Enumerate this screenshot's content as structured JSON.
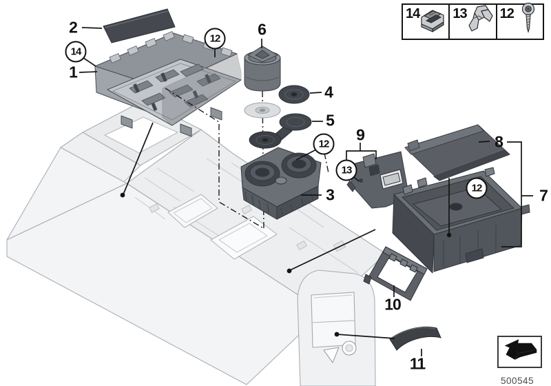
{
  "figure": {
    "code": "500545"
  },
  "callouts": {
    "c1": "1",
    "c2": "2",
    "c3": "3",
    "c4": "4",
    "c5": "5",
    "c6": "6",
    "c7": "7",
    "c8": "8",
    "c9": "9",
    "c10": "10",
    "c11": "11",
    "c12a": "12",
    "c12b": "12",
    "c12c": "12",
    "c13": "13",
    "c14": "14"
  },
  "kit_box": {
    "items": [
      {
        "id": "14",
        "icon": "clip-nut-icon"
      },
      {
        "id": "13",
        "icon": "spring-clip-icon"
      },
      {
        "id": "12",
        "icon": "screw-icon"
      }
    ]
  },
  "nav": {
    "icon": "page-reference-arrow-icon"
  },
  "colors": {
    "part_dark": "#45494f",
    "part_mid": "#6a7076",
    "part_light": "#c2c6ca",
    "console_line": "#a9aeb3",
    "callout_ink": "#111111"
  }
}
